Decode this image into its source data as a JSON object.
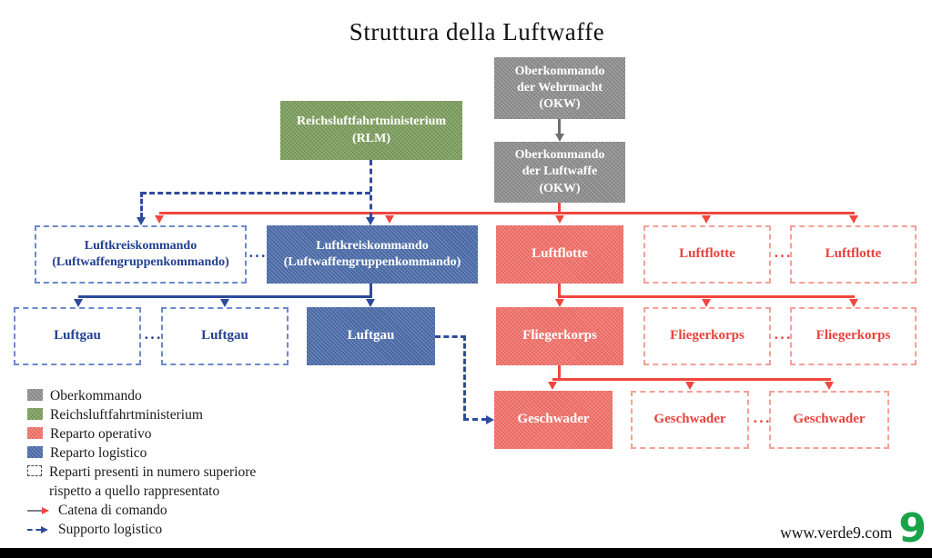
{
  "title": "Struttura della Luftwaffe",
  "ellipsis": "···",
  "boxes": {
    "okw": {
      "l1": "Oberkommando",
      "l2": "der Wehrmacht",
      "l3": "(OKW)"
    },
    "okl": {
      "l1": "Oberkommando",
      "l2": "der Luftwaffe",
      "l3": "(OKW)"
    },
    "rlm": {
      "l1": "Reichsluftfahrtministerium",
      "l2": "(RLM)"
    },
    "lkk": {
      "l1": "Luftkreiskommando",
      "l2": "(Luftwaffengruppenkommando)"
    },
    "luftflotte": "Luftflotte",
    "luftgau": "Luftgau",
    "fliegerkorps": "Fliegerkorps",
    "geschwader": "Geschwader"
  },
  "legend": {
    "items": [
      {
        "swatch": "gray",
        "label": "Oberkommando"
      },
      {
        "swatch": "green",
        "label": "Reichsluftfahrtministerium"
      },
      {
        "swatch": "red",
        "label": "Reparto operativo"
      },
      {
        "swatch": "blue",
        "label": "Reparto logistico"
      },
      {
        "swatch": "dashed",
        "label": "Reparti presenti in numero superiore",
        "label2": "rispetto a quello rappresentato"
      },
      {
        "swatch": "arrow-command",
        "label": "Catena di comando"
      },
      {
        "swatch": "arrow-support",
        "label": "Supporto logistico"
      }
    ]
  },
  "footer": {
    "website": "www.verde9.com",
    "logo": "9"
  },
  "colors": {
    "box_gray": "#8e8e8e",
    "box_green": "#7c9e5c",
    "box_blue": "#4c6dab",
    "box_red": "#f4716a",
    "line_red": "#f0473f",
    "line_blue": "#2d4b9d",
    "line_gray": "#6f6f6f",
    "text_red": "#e8423c",
    "text_blue": "#23408f",
    "logo_green": "#18a349"
  }
}
